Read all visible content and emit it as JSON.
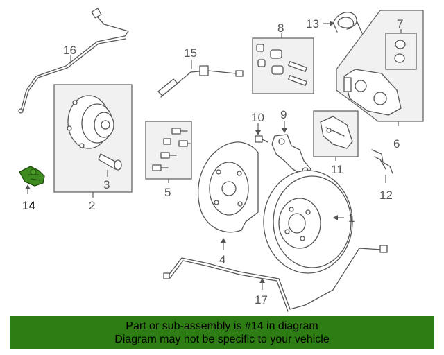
{
  "callouts": {
    "c1": "1",
    "c2": "2",
    "c3": "3",
    "c4": "4",
    "c5": "5",
    "c6": "6",
    "c7": "7",
    "c8": "8",
    "c9": "9",
    "c10": "10",
    "c11": "11",
    "c12": "12",
    "c13": "13",
    "c14": "14",
    "c15": "15",
    "c16": "16",
    "c17": "17"
  },
  "highlight": {
    "part_number": "14",
    "color": "#3d8a1f"
  },
  "banner": {
    "line1": "Part or sub-assembly is #14 in diagram",
    "line2": "Diagram may not be specific to your vehicle",
    "background": "#2e7d14"
  }
}
